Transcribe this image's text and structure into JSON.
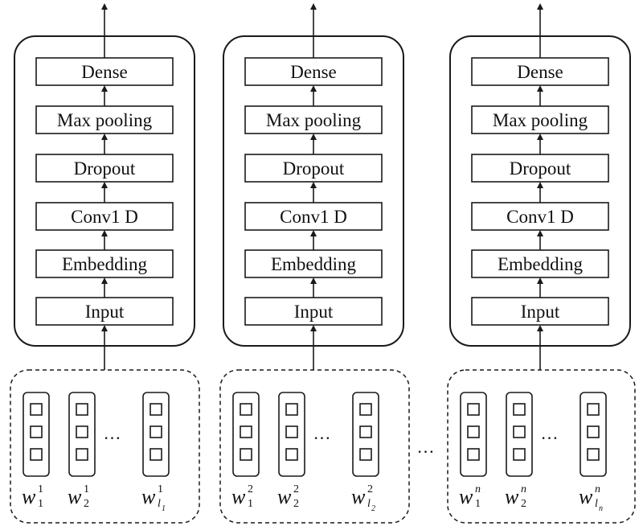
{
  "columns": [
    {
      "layers": [
        "Dense",
        "Max pooling",
        "Dropout",
        "Conv1 D",
        "Embedding",
        "Input"
      ],
      "words": [
        {
          "base": "w",
          "sup": "1",
          "sub": "1",
          "subsub": ""
        },
        {
          "base": "w",
          "sup": "1",
          "sub": "2",
          "subsub": ""
        },
        {
          "base": "w",
          "sup": "1",
          "sub": "l",
          "subsub": "1"
        }
      ]
    },
    {
      "layers": [
        "Dense",
        "Max pooling",
        "Dropout",
        "Conv1 D",
        "Embedding",
        "Input"
      ],
      "words": [
        {
          "base": "w",
          "sup": "2",
          "sub": "1",
          "subsub": ""
        },
        {
          "base": "w",
          "sup": "2",
          "sub": "2",
          "subsub": ""
        },
        {
          "base": "w",
          "sup": "2",
          "sub": "l",
          "subsub": "2"
        }
      ]
    },
    {
      "layers": [
        "Dense",
        "Max pooling",
        "Dropout",
        "Conv1 D",
        "Embedding",
        "Input"
      ],
      "words": [
        {
          "base": "w",
          "sup": "n",
          "sub": "1",
          "subsub": ""
        },
        {
          "base": "w",
          "sup": "n",
          "sub": "2",
          "subsub": ""
        },
        {
          "base": "w",
          "sup": "n",
          "sub": "l",
          "subsub": "n"
        }
      ]
    }
  ],
  "ellipsis": "…",
  "between_ellipsis": "…"
}
